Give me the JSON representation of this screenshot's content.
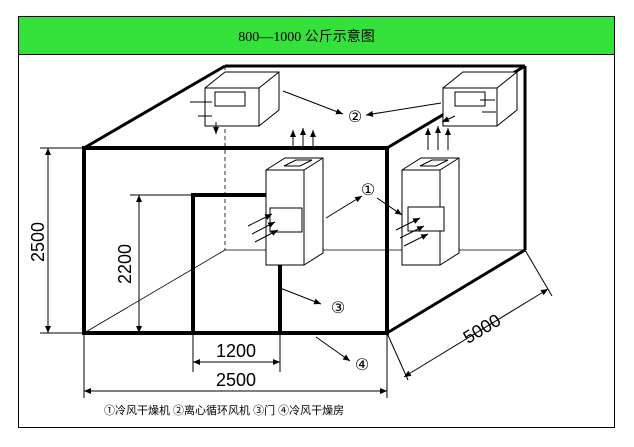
{
  "header": {
    "title": "800—1000 公斤示意图"
  },
  "dimensions": {
    "room_height": "2500",
    "door_height": "2200",
    "door_width": "1200",
    "room_width": "2500",
    "room_depth": "5000"
  },
  "callouts": {
    "c1": "①",
    "c2": "②",
    "c3": "③",
    "c4": "④"
  },
  "legend": {
    "text": "①冷风干燥机  ②离心循环风机  ③门  ④冷风干燥房"
  },
  "colors": {
    "banner": "#33e13a",
    "line": "#000000"
  }
}
